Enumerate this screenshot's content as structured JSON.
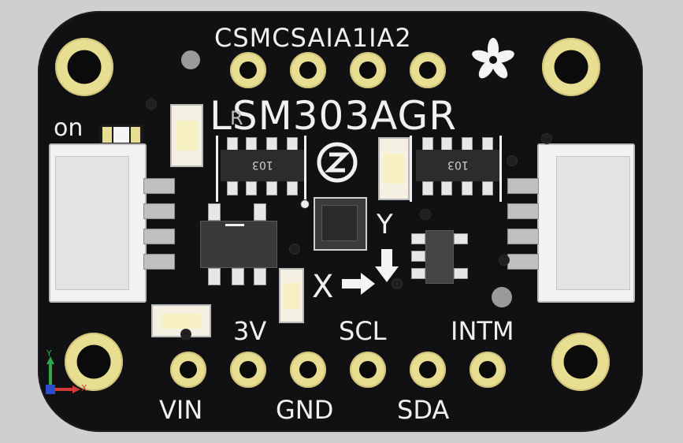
{
  "board": {
    "chip_title": "LSM303AGR",
    "top_pins_label": "CSMCSAIA1IA2",
    "power_led_label": "on",
    "axis_x": "X",
    "axis_y": "Y",
    "resistor_code_left": "103",
    "resistor_code_right": "103",
    "ref_label": "R",
    "labels": {
      "vin": "VIN",
      "v3": "3V",
      "gnd": "GND",
      "scl": "SCL",
      "sda": "SDA",
      "intm": "INTM"
    }
  },
  "triad": {
    "y": "Y",
    "x": "X"
  },
  "colors": {
    "board": "#111113",
    "silkscreen": "#f0f0f0",
    "pad_gold": "#e8de92",
    "background": "#cfcfcf"
  }
}
